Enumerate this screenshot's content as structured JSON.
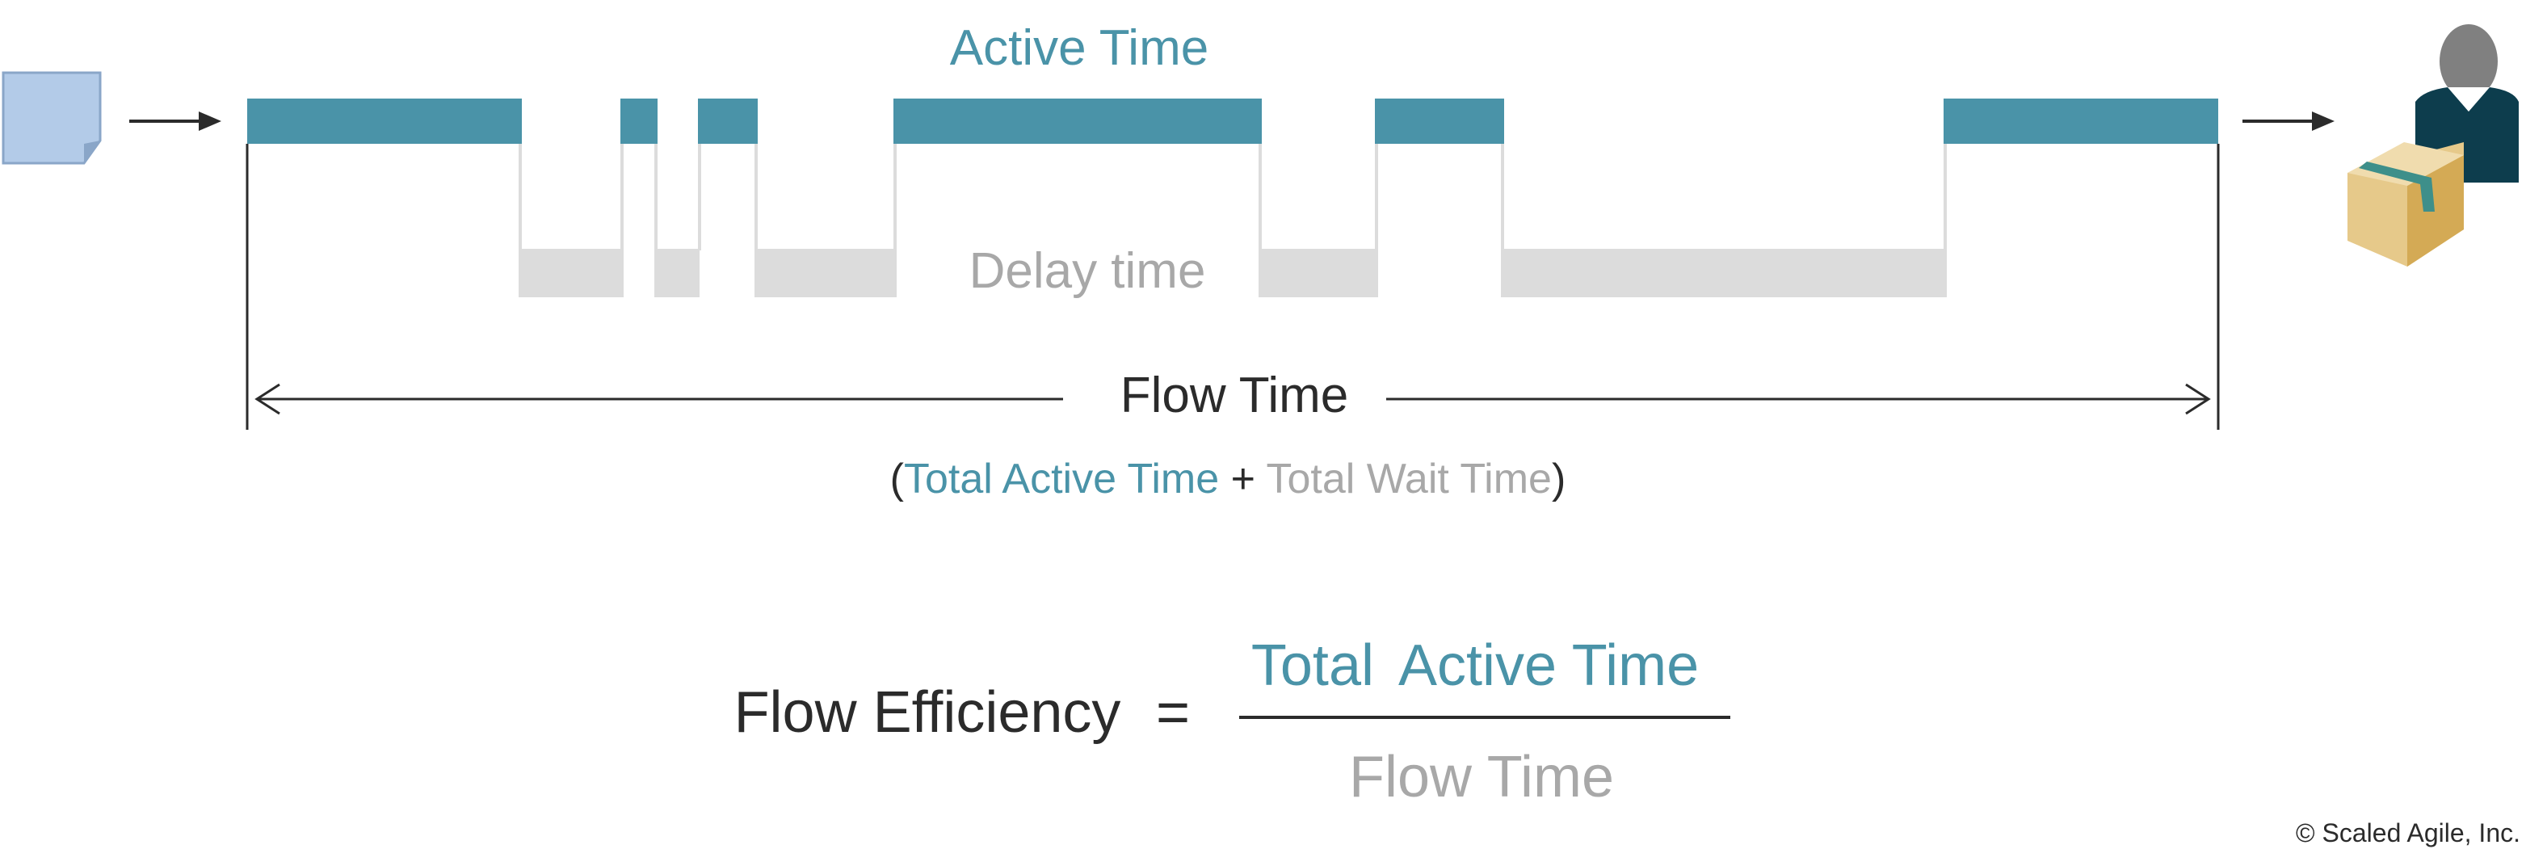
{
  "colors": {
    "active": "#4a93a8",
    "delay": "#dcdcdc",
    "delay_text": "#a8a8a8",
    "dark": "#2b2b2b",
    "note": "#b3cbe8",
    "note_border": "#8aa6c8",
    "person_head": "#808080",
    "person_body": "#0d3d4d",
    "box": "#e6c98a",
    "box_side": "#d4aa55",
    "box_tape": "#3e8f8a"
  },
  "icons": {
    "start": "sticky-note-icon",
    "end": "customer-with-package-icon"
  },
  "labels": {
    "active_time": "Active Time",
    "delay_time": "Delay time",
    "flow_time": "Flow Time"
  },
  "formula_note": {
    "open_paren": "(",
    "total_active": "Total Active Time",
    "plus": " + ",
    "total_wait": "Total Wait Time",
    "close_paren": ")"
  },
  "efficiency": {
    "lhs": "Flow Efficiency",
    "equals": "=",
    "numerator_word1": "Total",
    "numerator_word2": "Active Time",
    "denominator": "Flow Time"
  },
  "copyright": "© Scaled Agile, Inc."
}
